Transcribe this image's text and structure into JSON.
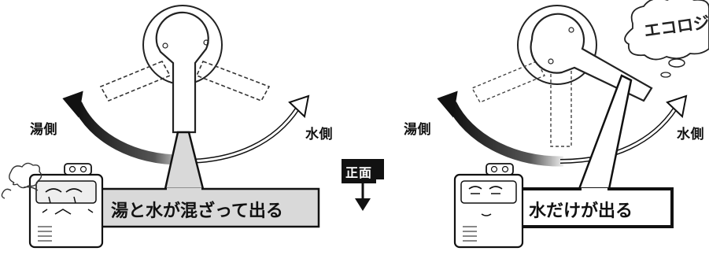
{
  "left_panel": {
    "hot_side_label": "湯側",
    "cold_side_label": "水側",
    "callout_text": "湯と水が混ざって出る"
  },
  "right_panel": {
    "hot_side_label": "湯側",
    "cold_side_label": "水側",
    "callout_text": "水だけが出る",
    "thought_bubble_text": "エコロジ"
  },
  "center": {
    "front_label": "正面"
  },
  "colors": {
    "ink": "#111111",
    "callout_left_bg": "#d9d9d9",
    "callout_right_bg": "#ffffff",
    "arrow_dark": "#1a1a1a"
  }
}
